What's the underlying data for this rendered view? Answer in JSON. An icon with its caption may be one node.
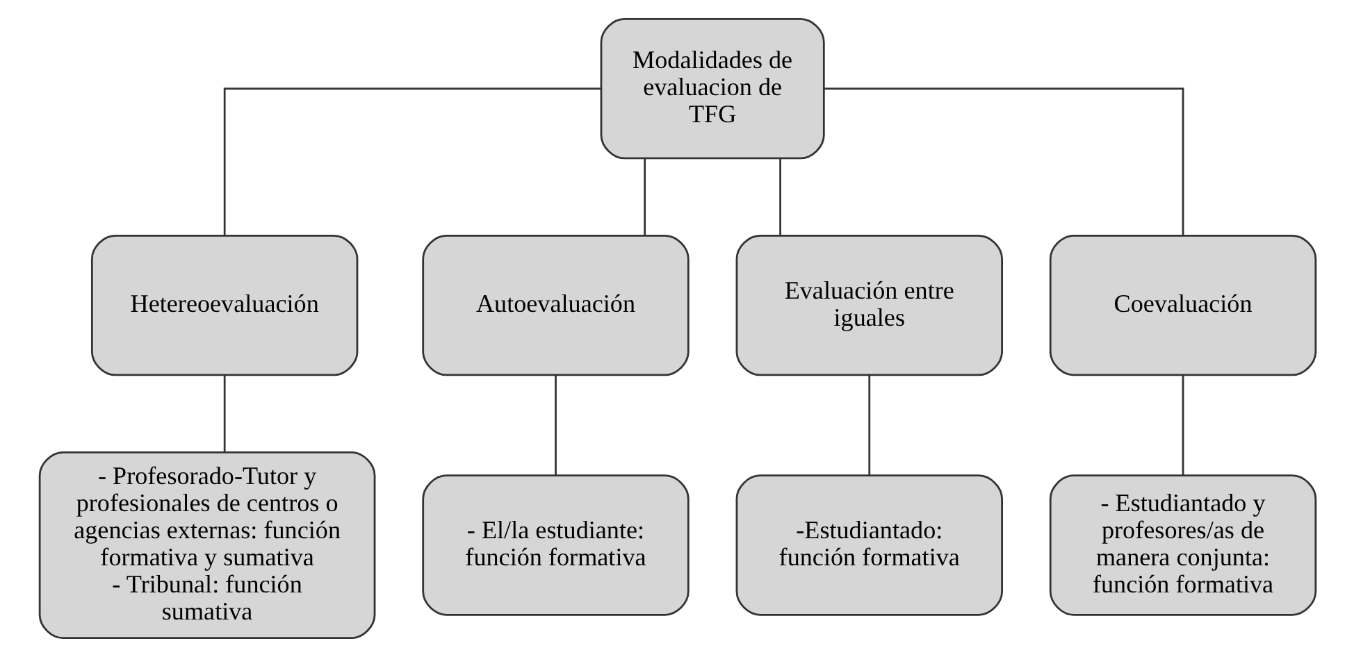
{
  "diagram": {
    "nodes": [
      {
        "text": [
          "Modalidades de evaluacion de TFG"
        ]
      },
      {
        "text": [
          "Hetereoevaluación"
        ]
      },
      {
        "text": [
          "Autoevaluación"
        ]
      },
      {
        "text": [
          "Evaluación entre iguales"
        ]
      },
      {
        "text": [
          "Coevaluación"
        ]
      },
      {
        "text": [
          "- Profesorado-Tutor y profesionales de centros o agencias externas: función formativa y sumativa",
          "- Tribunal: función sumativa"
        ]
      },
      {
        "text": [
          "- El/la estudiante: función formativa"
        ]
      },
      {
        "text": [
          "-Estudiantado: función formativa"
        ]
      },
      {
        "text": [
          "- Estudiantado y profesores/as de manera conjunta: función formativa"
        ]
      }
    ],
    "edges": [
      {
        "from": 0,
        "to": 1,
        "arrow": "none"
      },
      {
        "from": 0,
        "to": 2,
        "arrow": "none"
      },
      {
        "from": 0,
        "to": 3,
        "arrow": "none"
      },
      {
        "from": 0,
        "to": 4,
        "arrow": "none"
      },
      {
        "from": 1,
        "to": 5,
        "arrow": "none"
      },
      {
        "from": 2,
        "to": 6,
        "arrow": "none"
      },
      {
        "from": 3,
        "to": 7,
        "arrow": "none"
      },
      {
        "from": 4,
        "to": 8,
        "arrow": "none"
      }
    ]
  }
}
